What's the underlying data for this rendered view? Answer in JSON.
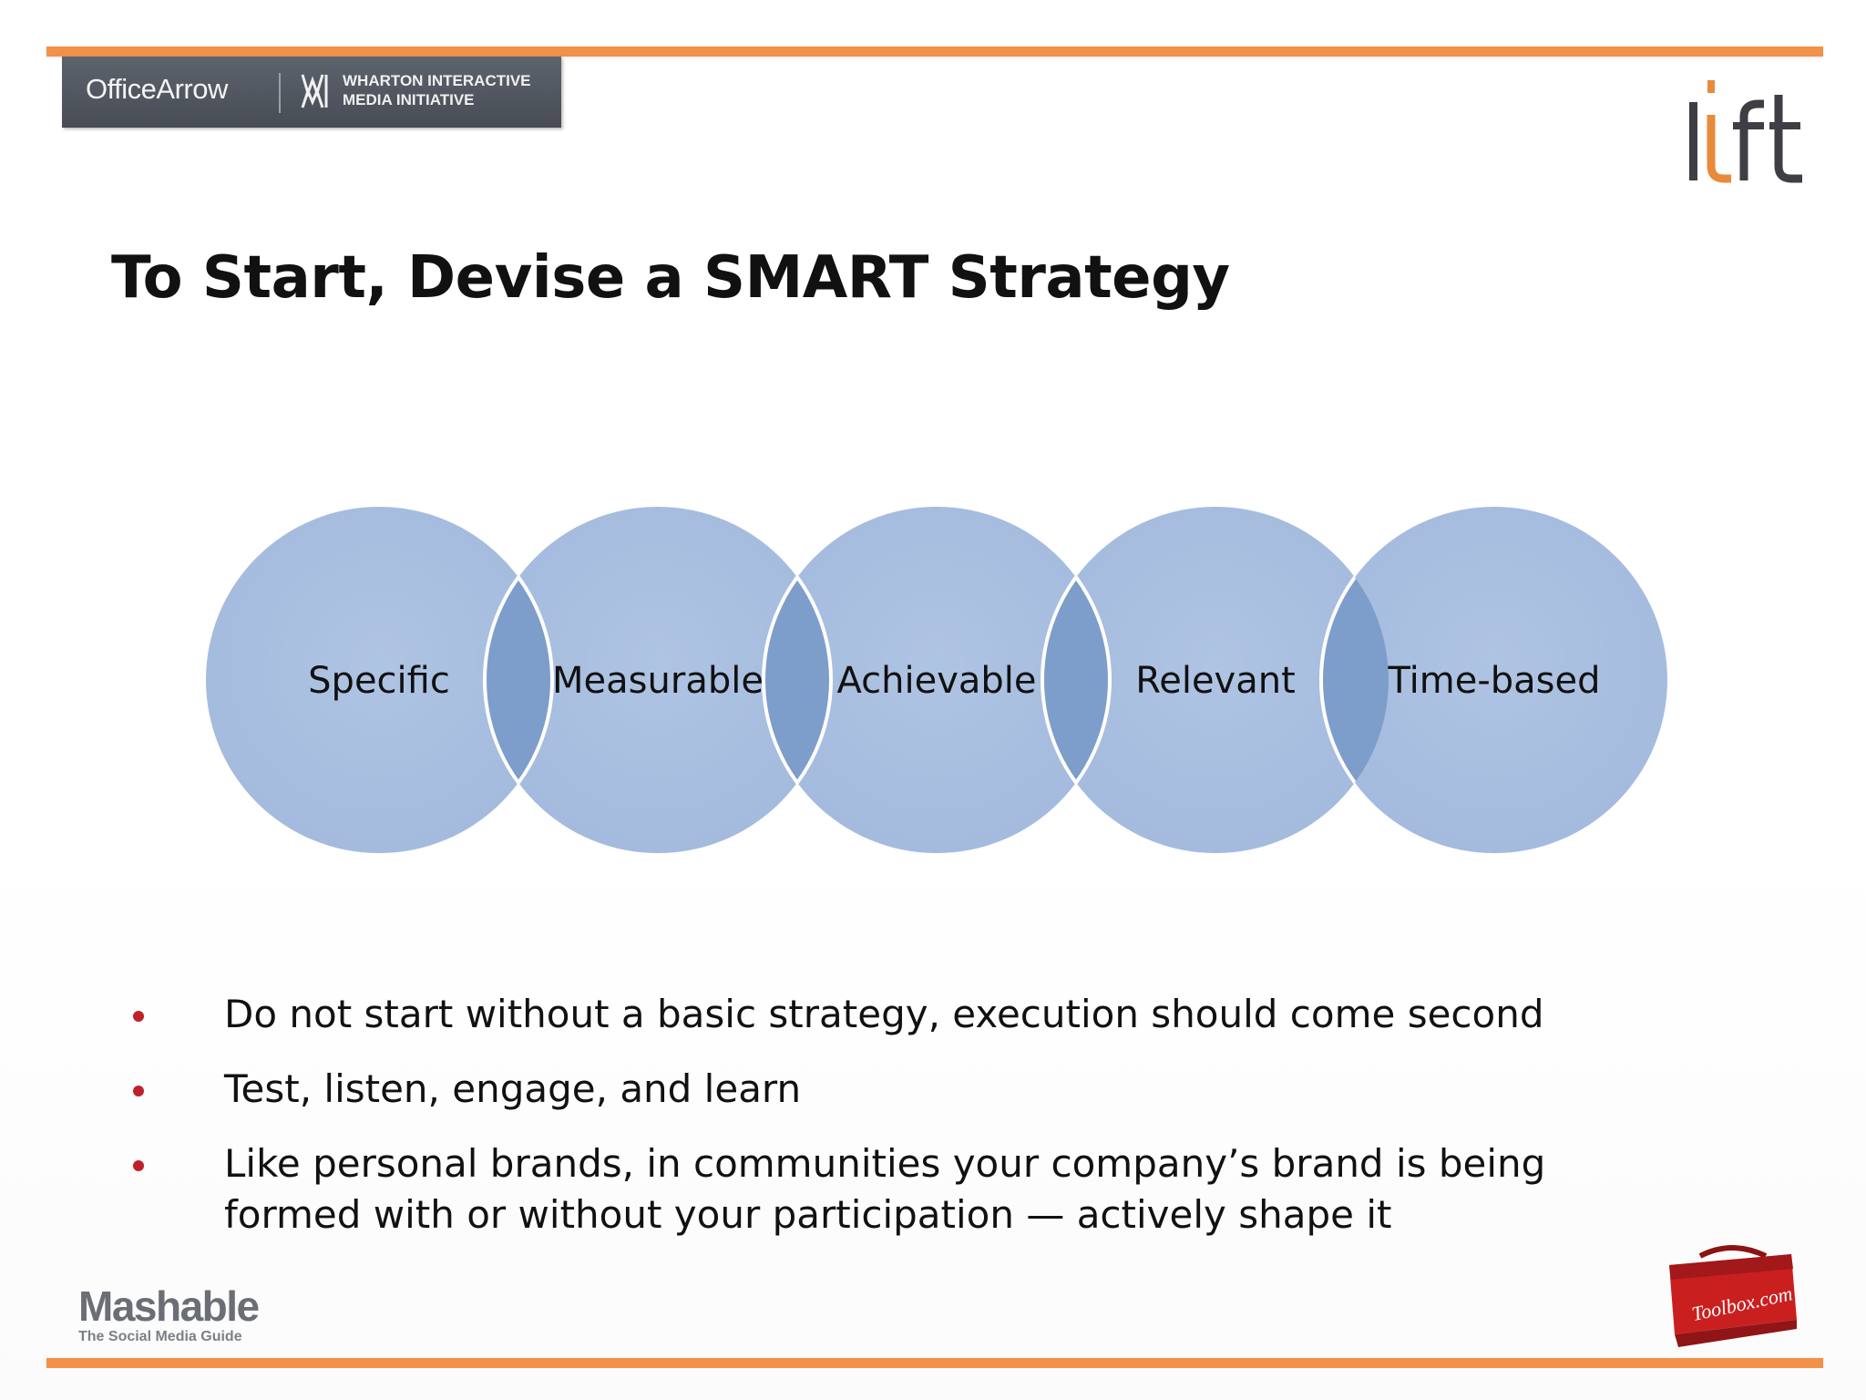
{
  "header": {
    "partner_logo_1": "OfficeArrow",
    "partner_logo_2": [
      "WHARTON INTERACTIVE",
      "MEDIA INITIATIVE"
    ],
    "brand_logo": "lift"
  },
  "slide": {
    "title": "To Start, Devise a SMART Strategy"
  },
  "smart_diagram": {
    "circles": [
      "Specific",
      "Measurable",
      "Achievable",
      "Relevant",
      "Time-based"
    ],
    "colors": {
      "circle": "#a9bfe0",
      "overlap": "#7d9ecb",
      "stroke": "#ffffff"
    }
  },
  "bullets": [
    "Do not start without a basic strategy, execution should come second",
    "Test, listen, engage, and learn",
    "Like personal brands, in communities your company’s brand is being formed with or without your participation — actively shape it"
  ],
  "footer": {
    "mashable_name": "Mashable",
    "mashable_tagline": "The Social Media Guide",
    "toolbox_label": "Toolbox.com"
  },
  "colors": {
    "accent_bar": "#f1914a",
    "bullet": "#c0202a",
    "banner": "#4f545d"
  }
}
